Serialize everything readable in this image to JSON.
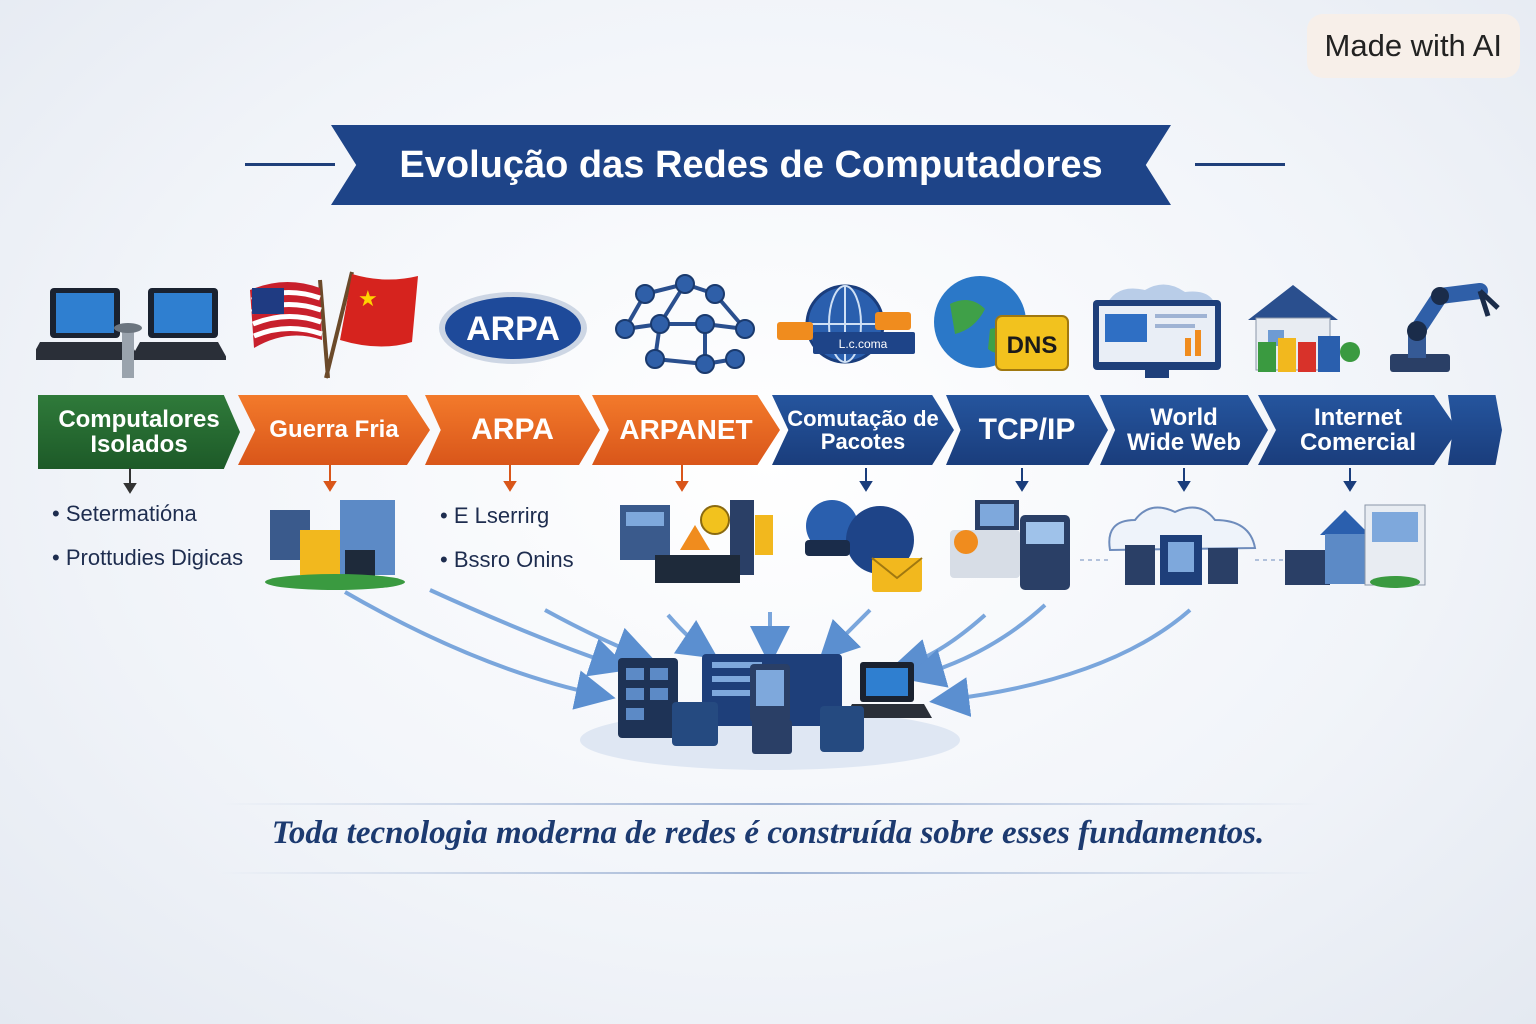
{
  "badge": "Made with AI",
  "title": "Evolução das Redes de Computadores",
  "stages": [
    {
      "label": "Computalores Isolados",
      "color": "#226a30"
    },
    {
      "label": "Guerra Fria",
      "color": "#e8641f"
    },
    {
      "label": "ARPA",
      "color": "#e8641f"
    },
    {
      "label": "ARPANET",
      "color": "#e8641f"
    },
    {
      "label": "Comutação de Pacotes",
      "color": "#1f4a8e"
    },
    {
      "label": "TCP/IP",
      "color": "#1f4a8e"
    },
    {
      "label": "World Wide Web",
      "color": "#1f4a8e"
    },
    {
      "label": "Internet Comercial",
      "color": "#1f4a8e"
    }
  ],
  "icon_texts": {
    "arpa": "ARPA",
    "dns": "DNS",
    "globe_tag": "L.c.coma"
  },
  "notes_left": [
    "Setermatióna",
    "Prottudies Digicas"
  ],
  "notes_mid": [
    "E Lserrirg",
    "Bssro Onins"
  ],
  "tagline": "Toda tecnologia moderna de redes é construída sobre esses fundamentos."
}
